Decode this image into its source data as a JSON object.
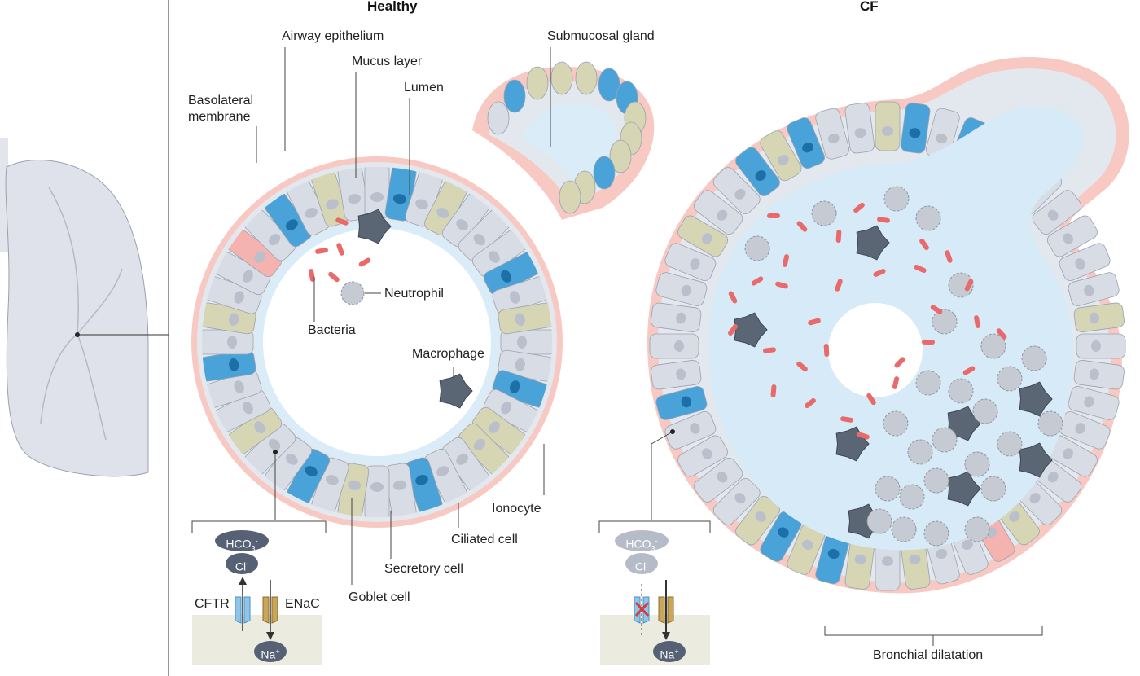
{
  "headers": {
    "healthy": "Healthy",
    "cf": "CF"
  },
  "labels": {
    "airway_epithelium": "Airway epithelium",
    "mucus_layer": "Mucus layer",
    "lumen": "Lumen",
    "submucosal_gland": "Submucosal gland",
    "basolateral_line1": "Basolateral",
    "basolateral_line2": "membrane",
    "neutrophil": "Neutrophil",
    "bacteria": "Bacteria",
    "macrophage": "Macrophage",
    "ionocyte": "Ionocyte",
    "ciliated_cell": "Ciliated cell",
    "secretory_cell": "Secretory cell",
    "goblet_cell": "Goblet cell",
    "bronchial_dilatation": "Bronchial dilatation"
  },
  "ion_channel_inset": {
    "hco3": "HCO",
    "hco3_sub": "3",
    "hco3_sup": "-",
    "cl": "Cl",
    "cl_sup": "-",
    "na": "Na",
    "na_sup": "+",
    "cftr": "CFTR",
    "enac": "ENaC"
  },
  "colors": {
    "ciliated": "#d8dde5",
    "goblet": "#4aa3d8",
    "secretory": "#d6d6b4",
    "ionocyte": "#f4b3ae",
    "basolateral": "#f7c9c2",
    "lumen_healthy": "#d9ecf7",
    "mucus_cf": "#d6ebf7",
    "macrophage": "#5b6675",
    "neutrophil": "#c6cad2",
    "bacteria": "#e86a6a",
    "lung": "#d9dde7"
  }
}
